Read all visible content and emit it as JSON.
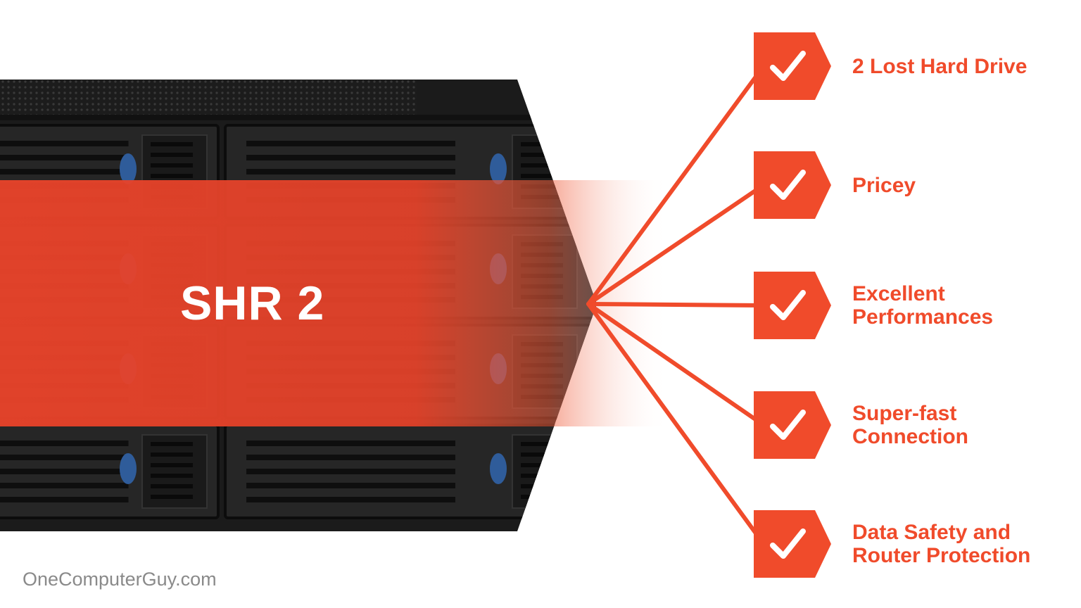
{
  "diagram": {
    "title": "SHR 2",
    "watermark": "OneComputerGuy.com",
    "accent_color": "#f04b2b",
    "background": "nas-rack-server-photo",
    "features": [
      {
        "lines": [
          "2 Lost Hard Drive"
        ],
        "icon": "check-icon"
      },
      {
        "lines": [
          "Pricey"
        ],
        "icon": "check-icon"
      },
      {
        "lines": [
          "Excellent",
          "Performances"
        ],
        "icon": "check-icon"
      },
      {
        "lines": [
          "Super-fast",
          "Connection"
        ],
        "icon": "check-icon"
      },
      {
        "lines": [
          "Data Safety and",
          "Router Protection"
        ],
        "icon": "check-icon"
      }
    ]
  }
}
